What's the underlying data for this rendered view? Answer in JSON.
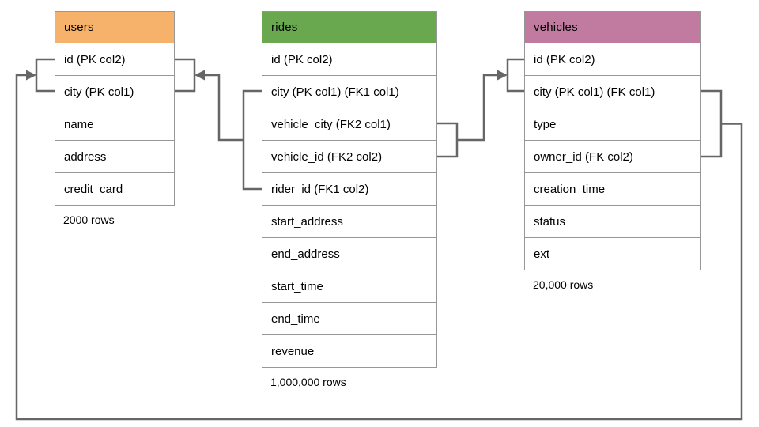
{
  "diagram": {
    "background": "#ffffff",
    "border_color": "#979797",
    "connector_color": "#666666",
    "text_color": "#000000",
    "tables": [
      {
        "id": "users",
        "name": "users",
        "header_color": "#F6B26B",
        "columns": [
          "id (PK col2)",
          "city (PK col1)",
          "name",
          "address",
          "credit_card"
        ],
        "rows_label": "2000 rows"
      },
      {
        "id": "rides",
        "name": "rides",
        "header_color": "#6AA84F",
        "columns": [
          "id (PK col2)",
          "city (PK col1) (FK1 col1)",
          "vehicle_city (FK2 col1)",
          "vehicle_id (FK2 col2)",
          "rider_id (FK1 col2)",
          "start_address",
          "end_address",
          "start_time",
          "end_time",
          "revenue"
        ],
        "rows_label": "1,000,000 rows"
      },
      {
        "id": "vehicles",
        "name": "vehicles",
        "header_color": "#C27BA0",
        "columns": [
          "id (PK col2)",
          "city (PK col1) (FK col1)",
          "type",
          "owner_id (FK col2)",
          "creation_time",
          "status",
          "ext"
        ],
        "rows_label": "20,000 rows"
      }
    ],
    "relationships": [
      {
        "from": "rides (city FK1 col1, rider_id FK1 col2)",
        "to": "users (city, id)"
      },
      {
        "from": "rides (vehicle_city FK2 col1, vehicle_id FK2 col2)",
        "to": "vehicles (city, id)"
      },
      {
        "from": "vehicles (city FK col1, owner_id FK col2)",
        "to": "users (city, id)"
      }
    ]
  }
}
